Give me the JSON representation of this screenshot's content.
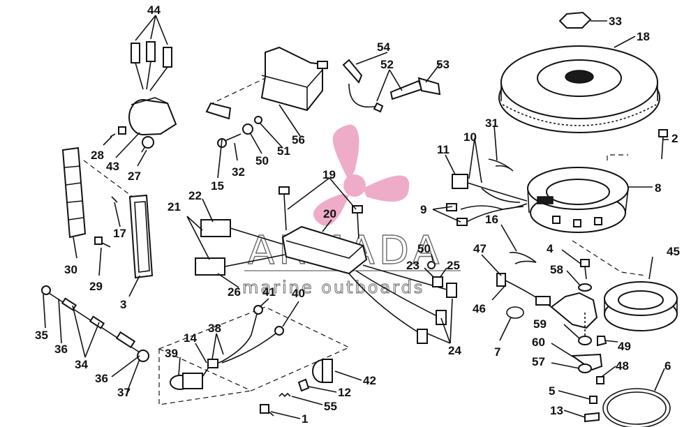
{
  "watermark": {
    "brand": "ARMADA",
    "tagline": "marine outboards",
    "logo_color": "#e26a9e"
  },
  "part_numbers": [
    "44",
    "33",
    "18",
    "54",
    "52",
    "53",
    "28",
    "43",
    "27",
    "31",
    "10",
    "11",
    "2",
    "19",
    "15",
    "32",
    "50",
    "51",
    "56",
    "8",
    "22",
    "9",
    "21",
    "20",
    "17",
    "16",
    "4",
    "45",
    "47",
    "30",
    "58",
    "50",
    "23",
    "25",
    "29",
    "26",
    "41",
    "40",
    "3",
    "46",
    "35",
    "36",
    "34",
    "38",
    "59",
    "49",
    "14",
    "39",
    "60",
    "7",
    "57",
    "48",
    "6",
    "24",
    "36",
    "37",
    "42",
    "12",
    "5",
    "55",
    "13",
    "1"
  ]
}
